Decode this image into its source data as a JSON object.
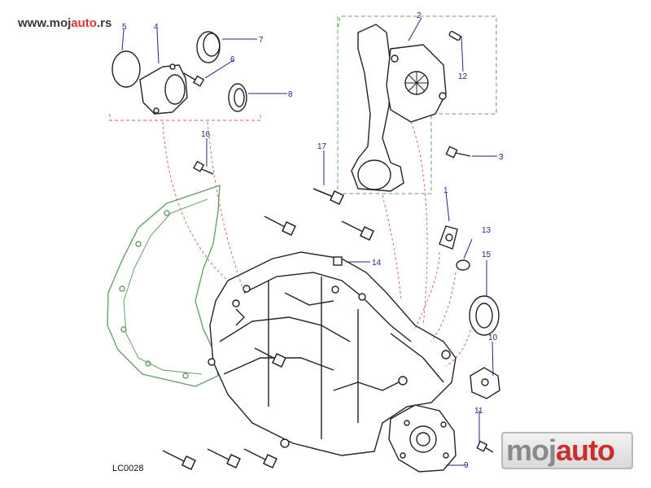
{
  "watermark": {
    "part1": "www.moj",
    "part2": "auto",
    "part3": ".rs"
  },
  "logo": {
    "part1": "moj",
    "part2": "auto"
  },
  "diagram_code": "LC0028",
  "callouts": [
    "1",
    "2",
    "3",
    "4",
    "5",
    "6",
    "7",
    "8",
    "9",
    "10",
    "11",
    "12",
    "13",
    "14",
    "15",
    "16",
    "17"
  ],
  "colors": {
    "callout": "#1c2a86",
    "leader_red": "#d36a5a",
    "leader_green": "#6aa06a",
    "line": "#222222"
  }
}
